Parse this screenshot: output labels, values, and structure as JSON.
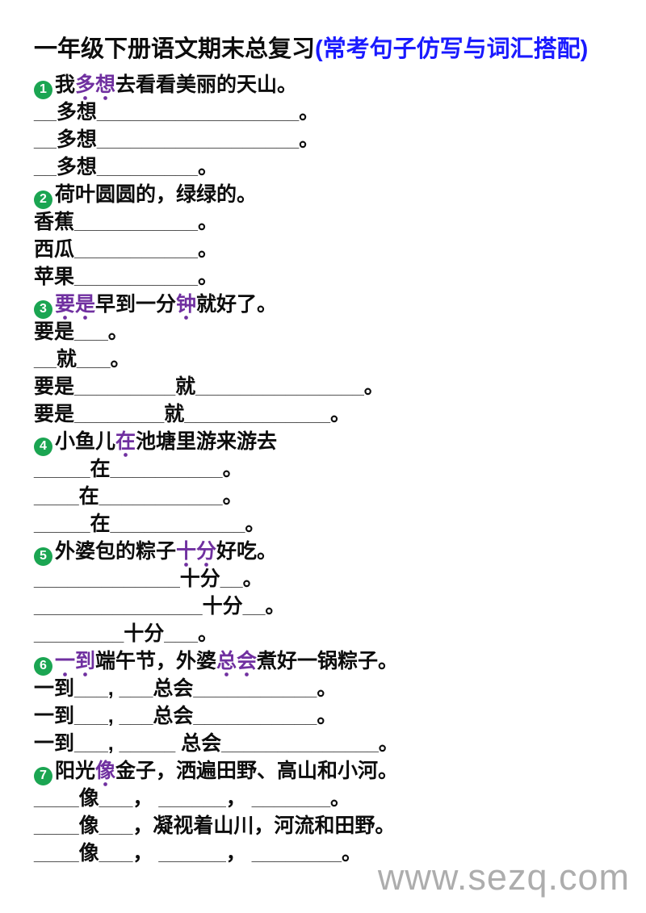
{
  "title": {
    "black": "一年级下册语文期末总复习",
    "blue": "(常考句子仿写与词汇搭配)"
  },
  "colors": {
    "title_accent_blue": "#1a1aff",
    "emphasis_purple": "#7030a0",
    "number_badge_green": "#1ba552",
    "watermark_gray": "#adadad",
    "blank_line_gray": "#4d4d4d"
  },
  "watermark": "www.sezq.com",
  "sections": [
    {
      "number": "1",
      "header": [
        {
          "t": "我"
        },
        {
          "t": "多想",
          "em": true
        },
        {
          "t": "去看看美丽的天山。"
        }
      ],
      "lines": [
        "__多想__________________。",
        "__多想__________________。",
        "__多想_________。"
      ]
    },
    {
      "number": "2",
      "header": [
        {
          "t": "荷叶圆圆的，绿绿的。"
        }
      ],
      "lines": [
        "香蕉___________。",
        "西瓜___________。",
        "苹果___________。"
      ]
    },
    {
      "number": "3",
      "header": [
        {
          "t": "要是",
          "em": true
        },
        {
          "t": "早到一分"
        },
        {
          "t": "钟",
          "em": true
        },
        {
          "t": "就好了。"
        }
      ],
      "lines": [
        "要是___。",
        "__就___。",
        "要是_________就_______________。",
        "要是________就_____________。"
      ]
    },
    {
      "number": "4",
      "header": [
        {
          "t": "小鱼儿"
        },
        {
          "t": "在",
          "em": true
        },
        {
          "t": "池塘里游来游去"
        }
      ],
      "lines": [
        "_____在__________。",
        "____在___________。",
        "_____在____________。"
      ]
    },
    {
      "number": "5",
      "header": [
        {
          "t": "外婆包的粽子"
        },
        {
          "t": "十分",
          "em": true
        },
        {
          "t": "好吃。"
        }
      ],
      "lines": [
        "_____________十分__。",
        "_______________十分__。",
        "________十分___。"
      ]
    },
    {
      "number": "6",
      "header": [
        {
          "t": "一到",
          "em": true
        },
        {
          "t": "端午节，外婆"
        },
        {
          "t": "总会",
          "em": true
        },
        {
          "t": "煮好一锅粽子。"
        }
      ],
      "lines": [
        "一到___, ___总会___________。",
        "一到___, ___总会___________。",
        "一到___, _____ 总会______________。"
      ]
    },
    {
      "number": "7",
      "header": [
        {
          "t": "阳光"
        },
        {
          "t": "像",
          "em": true
        },
        {
          "t": "金子，洒遍田野、高山和小河。"
        }
      ],
      "lines": [
        "____像___， ______， _______。",
        "____像___，凝视着山川，河流和田野。",
        "____像___， ______， ________。"
      ]
    }
  ]
}
